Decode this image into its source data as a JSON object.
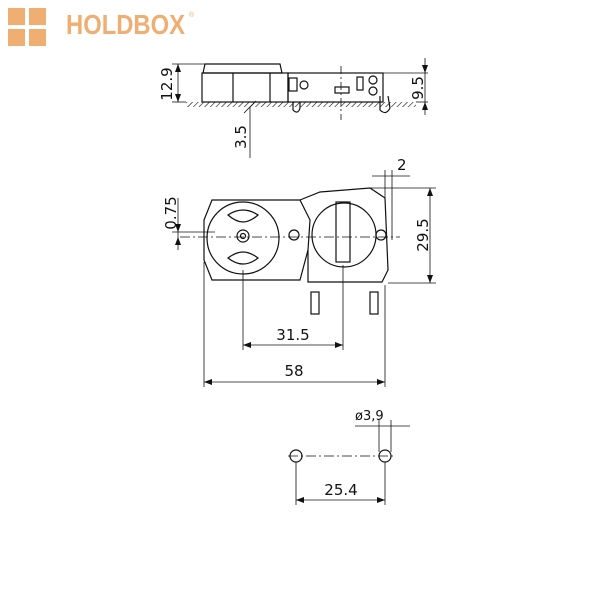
{
  "brand": {
    "name": "HOLDBOX",
    "registered": "®",
    "color": "#EFAE72"
  },
  "dimensions": {
    "side_height": "12.9",
    "side_right_height": "9.5",
    "panel_thickness": "3.5",
    "offset": "0.75",
    "edge_gap": "2",
    "body_height": "29.5",
    "center_distance": "31.5",
    "overall_length": "58",
    "hole_diameter": "ø3,9",
    "hole_spacing": "25.4"
  }
}
